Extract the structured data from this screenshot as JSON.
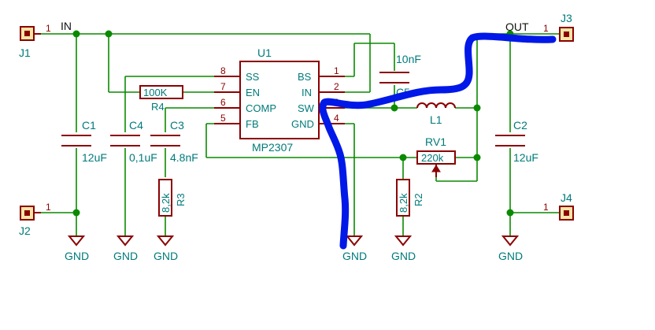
{
  "net_labels": {
    "in": "IN",
    "out": "OUT"
  },
  "connectors": {
    "j1": {
      "ref": "J1",
      "pin": "1"
    },
    "j2": {
      "ref": "J2",
      "pin": "1"
    },
    "j3": {
      "ref": "J3",
      "pin": "1"
    },
    "j4": {
      "ref": "J4",
      "pin": "1"
    }
  },
  "ic": {
    "ref": "U1",
    "value": "MP2307",
    "pins_left": [
      {
        "num": "8",
        "name": "SS"
      },
      {
        "num": "7",
        "name": "EN"
      },
      {
        "num": "6",
        "name": "COMP"
      },
      {
        "num": "5",
        "name": "FB"
      }
    ],
    "pins_right": [
      {
        "num": "1",
        "name": "BS"
      },
      {
        "num": "2",
        "name": "IN"
      },
      {
        "num": "3",
        "name": "SW"
      },
      {
        "num": "4",
        "name": "GND"
      }
    ]
  },
  "components": {
    "c1": {
      "ref": "C1",
      "value": "12uF"
    },
    "c4": {
      "ref": "C4",
      "value": "0,1uF"
    },
    "c3": {
      "ref": "C3",
      "value": "4.8nF"
    },
    "c5": {
      "ref": "C5",
      "value": "10nF"
    },
    "c2": {
      "ref": "C2",
      "value": "12uF"
    },
    "r4": {
      "ref": "R4",
      "value": "100K"
    },
    "r3": {
      "ref": "R3",
      "value": "8,2k"
    },
    "r2": {
      "ref": "R2",
      "value": "8,2k"
    },
    "rv1": {
      "ref": "RV1",
      "value": "220k"
    },
    "l1": {
      "ref": "L1"
    }
  },
  "gnd_label": "GND",
  "colors": {
    "wire": "#0a8a00",
    "part": "#8b0000",
    "label": "#007a7a",
    "marker": "#0018e8"
  }
}
